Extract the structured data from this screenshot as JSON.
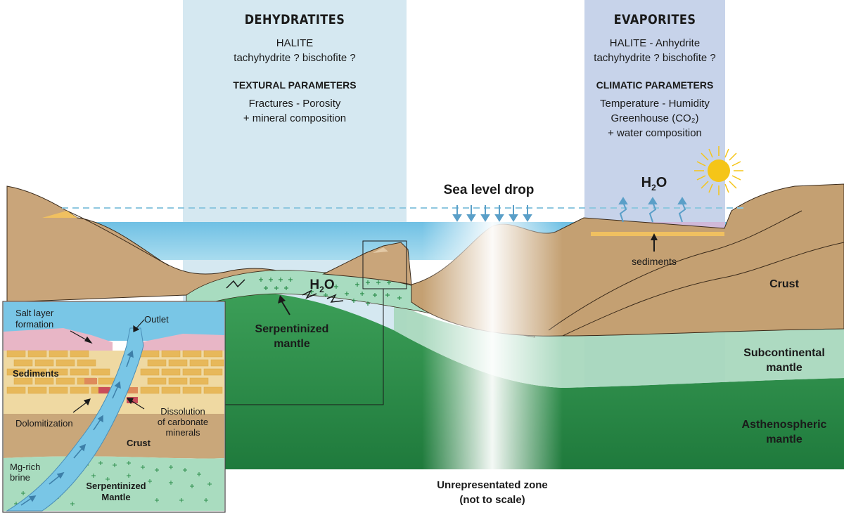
{
  "dehydratites": {
    "title": "DEHYDRATITES",
    "minerals_line1": "HALITE",
    "minerals_line2": "tachyhydrite ? bischofite ?",
    "params_title": "TEXTURAL PARAMETERS",
    "params_line1": "Fractures - Porosity",
    "params_line2": "+ mineral composition"
  },
  "evaporites": {
    "title": "EVAPORITES",
    "minerals_line1": "HALITE - Anhydrite",
    "minerals_line2": "tachyhydrite ? bischofite ?",
    "params_title": "CLIMATIC PARAMETERS",
    "params_line1": "Temperature - Humidity",
    "params_line2": "Greenhouse (CO₂)",
    "params_line3": "+ water composition"
  },
  "labels": {
    "sea_level_drop": "Sea level drop",
    "h2o_right": "H",
    "h2o_right_sub": "2",
    "h2o_right_o": "O",
    "sediments": "sediments",
    "crust": "Crust",
    "subcontinental_1": "Subcontinental",
    "subcontinental_2": "mantle",
    "asthenospheric_1": "Asthenospheric",
    "asthenospheric_2": "mantle",
    "unrepresented_1": "Unrepresentated zone",
    "unrepresented_2": "(not to scale)",
    "serpentinized_1": "Serpentinized",
    "serpentinized_2": "mantle",
    "h2o_left": "H",
    "h2o_left_sub": "2",
    "h2o_left_o": "O"
  },
  "inset": {
    "salt_layer_1": "Salt layer",
    "salt_layer_2": "formation",
    "outlet": "Outlet",
    "sediments": "Sediments",
    "dolomitization": "Dolomitization",
    "dissolution_1": "Dissolution",
    "dissolution_2": "of carbonate",
    "dissolution_3": "minerals",
    "crust": "Crust",
    "mg_brine_1": "Mg-rich",
    "mg_brine_2": "brine",
    "serp_1": "Serpentinized",
    "serp_2": "Mantle"
  },
  "colors": {
    "dehydratites_band": "#d3e7f0",
    "evaporites_band": "#c9d4ea",
    "crust": "#c9a77a",
    "crust_dark": "#a8835a",
    "sea": "#7fc7e6",
    "subcontinental_mantle": "#9fd2b7",
    "asthenospheric_mantle": "#2f8f4e",
    "serpentinized": "#a8dcc0",
    "salt": "#f0c060",
    "pink_salt": "#e8b0c0"
  }
}
